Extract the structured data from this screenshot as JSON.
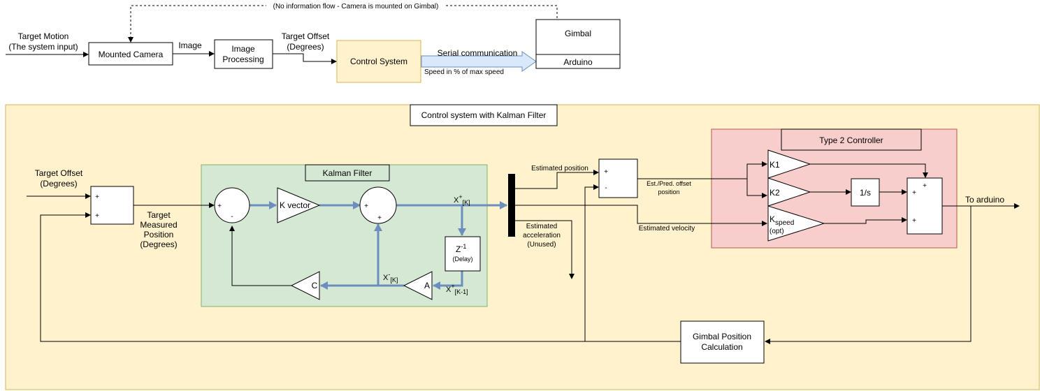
{
  "top": {
    "dashed_note": "(No information flow - Camera is mounted on Gimbal)",
    "target_motion_line1": "Target Motion",
    "target_motion_line2": "(The system input)",
    "mounted_camera": "Mounted Camera",
    "image_label": "Image",
    "image_processing_line1": "Image",
    "image_processing_line2": "Processing",
    "target_offset_line1": "Target Offset",
    "target_offset_line2": "(Degrees)",
    "control_system": "Control System",
    "serial_communication": "Serial communication",
    "speed_note": "Speed in % of max speed",
    "gimbal": "Gimbal",
    "arduino": "Arduino"
  },
  "main": {
    "title": "Control system with Kalman Filter",
    "target_offset_line1": "Target Offset",
    "target_offset_line2": "(Degrees)",
    "sum1_top": "+",
    "sum1_bottom": "+",
    "measured_line1": "Target",
    "measured_line2": "Measured",
    "measured_line3": "Position",
    "measured_line4": "(Degrees)",
    "kalman": {
      "title": "Kalman Filter",
      "circle1_plus": "+",
      "circle1_minus": "-",
      "k_vector": "K vector",
      "circle2_left": "+",
      "circle2_bottom": "+",
      "x_plus_k_base": "X",
      "x_plus_k_sup": "+",
      "x_plus_k_sub": "[K]",
      "z_base": "Z",
      "z_sup": "-1",
      "delay": "(Delay)",
      "a_gain": "A",
      "c_gain": "C",
      "x_minus_k_base": "X",
      "x_minus_k_sup": "-",
      "x_minus_k_sub": "[K]",
      "x_plus_k1_base": "X",
      "x_plus_k1_sup": "+",
      "x_plus_k1_sub": "[K-1]"
    },
    "estimated_position": "Estimated position",
    "est_accel_line1": "Estimated",
    "est_accel_line2": "acceleration",
    "est_accel_line3": "(Unused)",
    "estimated_velocity": "Estimated velocity",
    "sum2_top": "+",
    "sum2_bottom": "-",
    "est_pred_line1": "Est./Pred. offset",
    "est_pred_line2": "position",
    "type2": {
      "title": "Type 2 Controller",
      "k1": "K1",
      "k2": "K2",
      "kspeed_base": "K",
      "kspeed_sub": "speed",
      "kspeed_opt": "(opt)",
      "integrator": "1/s",
      "sum_top": "+",
      "sum_mid": "+",
      "sum_bottom": "+"
    },
    "to_arduino": "To arduino",
    "gimbal_calc_line1": "Gimbal Position",
    "gimbal_calc_line2": "Calculation"
  }
}
